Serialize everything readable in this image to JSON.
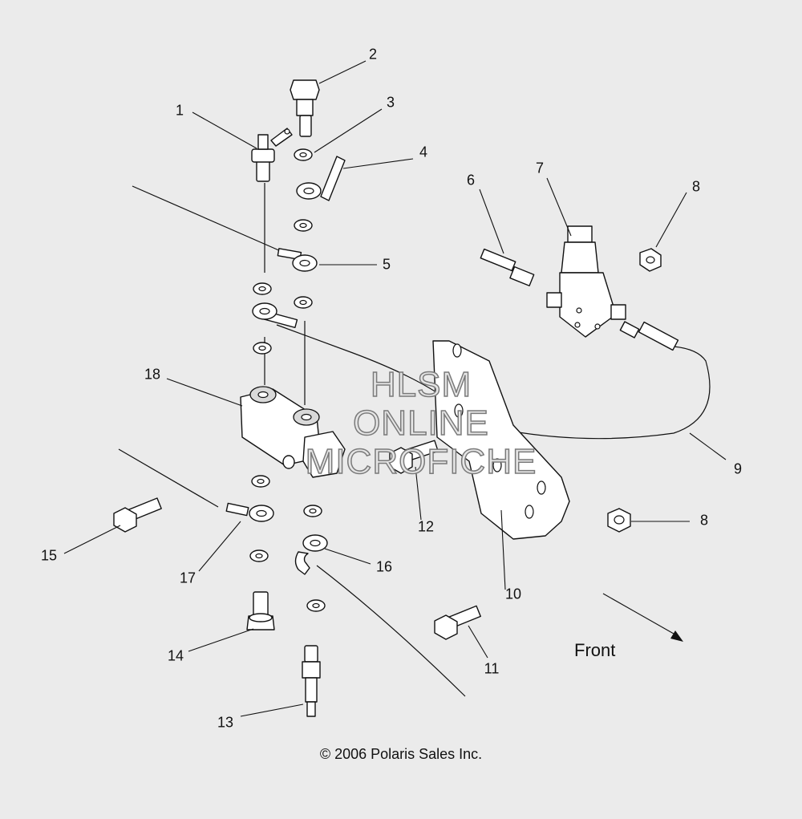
{
  "callouts": [
    "1",
    "2",
    "3",
    "4",
    "5",
    "6",
    "7",
    "8",
    "9",
    "10",
    "11",
    "12",
    "13",
    "14",
    "15",
    "16",
    "17",
    "18"
  ],
  "front_label": "Front",
  "copyright": "© 2006 Polaris Sales Inc.",
  "watermark": {
    "line1": "HLSM",
    "line2": "ONLINE",
    "line3": "MICROFICHE"
  }
}
